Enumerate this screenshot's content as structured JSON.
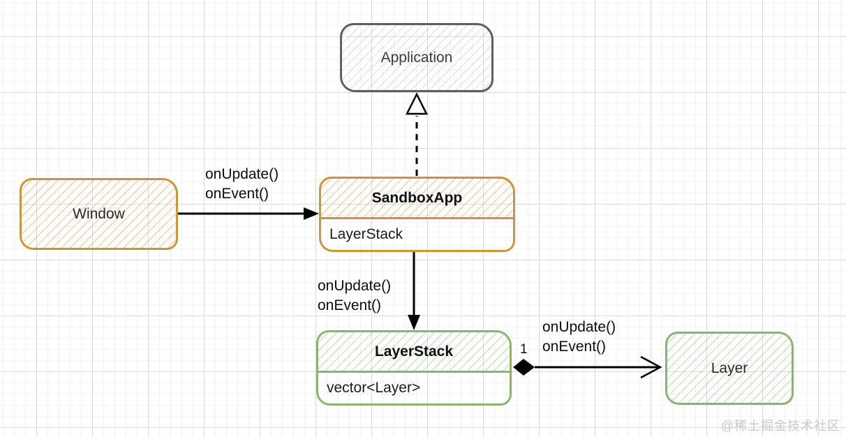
{
  "diagram": {
    "nodes": {
      "application": {
        "label": "Application",
        "border_color": "#5f5f5f"
      },
      "window": {
        "label": "Window",
        "border_color": "#c9963a"
      },
      "sandboxapp": {
        "title": "SandboxApp",
        "member": "LayerStack",
        "border_color": "#c9963a"
      },
      "layerstack": {
        "title": "LayerStack",
        "member": "vector<Layer>",
        "border_color": "#8cb46e"
      },
      "layer": {
        "label": "Layer",
        "border_color": "#8cb46e"
      }
    },
    "edges": {
      "sandboxapp_to_application": {
        "style": "dashed line, hollow triangle (inheritance)"
      },
      "window_to_sandboxapp": {
        "line1": "onUpdate()",
        "line2": "onEvent()",
        "style": "solid line, filled arrowhead"
      },
      "sandboxapp_to_layerstack": {
        "line1": "onUpdate()",
        "line2": "onEvent()",
        "style": "solid line, filled arrowhead"
      },
      "layerstack_to_layer": {
        "line1": "onUpdate()",
        "line2": "onEvent()",
        "multiplicity": "1",
        "style": "filled diamond (composition), open arrowhead"
      }
    },
    "colors": {
      "arrow": "#000000",
      "grid_minor": "#f3f3f3",
      "grid_major": "#dbdbdb",
      "background": "#ffffff"
    }
  },
  "watermark": {
    "text": "@稀土掘金技术社区"
  }
}
